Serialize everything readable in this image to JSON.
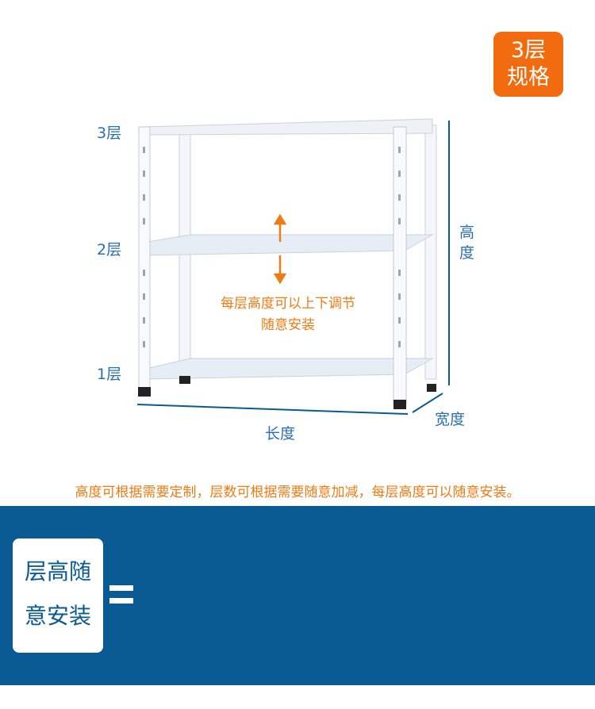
{
  "badge": {
    "line1": "3层",
    "line2": "规格"
  },
  "levels": [
    "3层",
    "2层",
    "1层"
  ],
  "dimensions": {
    "height": [
      "高",
      "度"
    ],
    "length": "长度",
    "width": "宽度"
  },
  "note": {
    "line1": "每层高度可以上下调节",
    "line2": "随意安装"
  },
  "caption": "高度可根据需要定制，层数可根据需要随意加减，每层高度可以随意安装。",
  "card": {
    "line1": "层高随",
    "line2": "意安装"
  },
  "colors": {
    "accent": "#f26b0f",
    "blue": "#0a5a93",
    "label": "#2a6fb0"
  }
}
